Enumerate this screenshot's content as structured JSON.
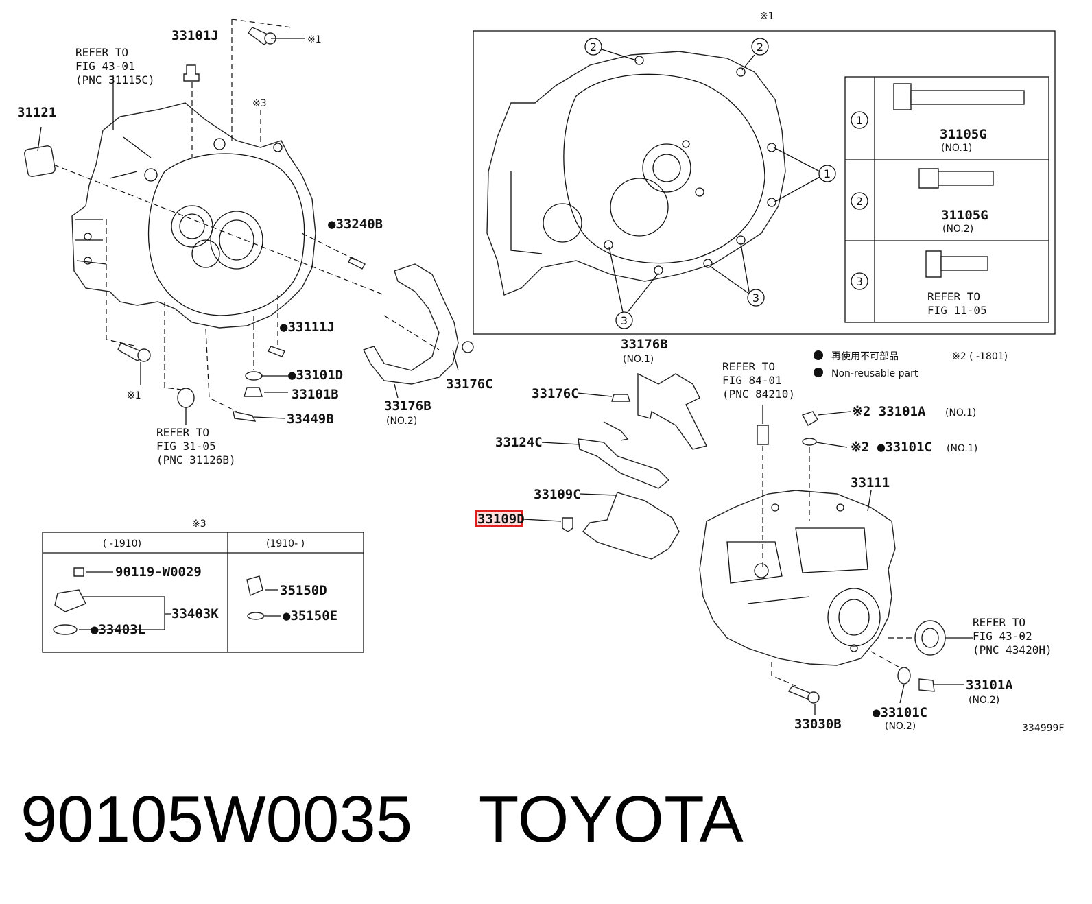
{
  "title": {
    "part_number": "90105W0035",
    "brand": "TOYOTA"
  },
  "figure_code": "334999F",
  "legend": {
    "bullet_jp": "再使用不可部品",
    "bullet_en": "Non-reusable part",
    "note2": "※2 (     -1801)"
  },
  "labels": {
    "p33101J": "33101J",
    "note1_top": "※1",
    "refer_43_01": [
      "REFER TO",
      "FIG 43-01",
      "(PNC 31115C)"
    ],
    "p31121": "31121",
    "note3_top": "※3",
    "p33240B": "●33240B",
    "p33111J": "●33111J",
    "p33101D": "●33101D",
    "p33101B": "33101B",
    "p33449B": "33449B",
    "note1_left": "※1",
    "refer_31_05": [
      "REFER TO",
      "FIG 31-05",
      "(PNC 31126B)"
    ],
    "p33176B_no2": "33176B",
    "no2_a": "(NO.2)",
    "p33176C_left": "33176C",
    "p33176B_no1": "33176B",
    "no1_a": "(NO.1)",
    "p33176C_mid": "33176C",
    "p33124C": "33124C",
    "p33109C": "33109C",
    "p33109D": "33109D",
    "refer_84_01": [
      "REFER TO",
      "FIG 84-01",
      "(PNC 84210)"
    ],
    "p33101A_no1": "※2 33101A",
    "no1_b": "(NO.1)",
    "p33101C_no1": "※2 ●33101C",
    "no1_c": "(NO.1)",
    "p33111": "33111",
    "refer_43_02": [
      "REFER TO",
      "FIG 43-02",
      "(PNC 43420H)"
    ],
    "p33101A_no2": "33101A",
    "no2_b": "(NO.2)",
    "p33101C_no2": "●33101C",
    "no2_c": "(NO.2)",
    "p33030B": "33030B",
    "note1_box": "※1"
  },
  "bolt_table": {
    "rows": [
      {
        "key": "1",
        "part": "31105G",
        "sub": "(NO.1)"
      },
      {
        "key": "2",
        "part": "31105G",
        "sub": "(NO.2)"
      },
      {
        "key": "3",
        "part": "REFER TO",
        "sub": "FIG 11-05"
      }
    ]
  },
  "inset_table": {
    "note": "※3",
    "col1_header": "(   -1910)",
    "col2_header": "(1910-   )",
    "col1_parts": [
      "90119-W0029",
      "33403K",
      "●33403L"
    ],
    "col2_parts": [
      "35150D",
      "●35150E"
    ]
  },
  "callouts": [
    "2",
    "2",
    "1",
    "3",
    "3"
  ]
}
